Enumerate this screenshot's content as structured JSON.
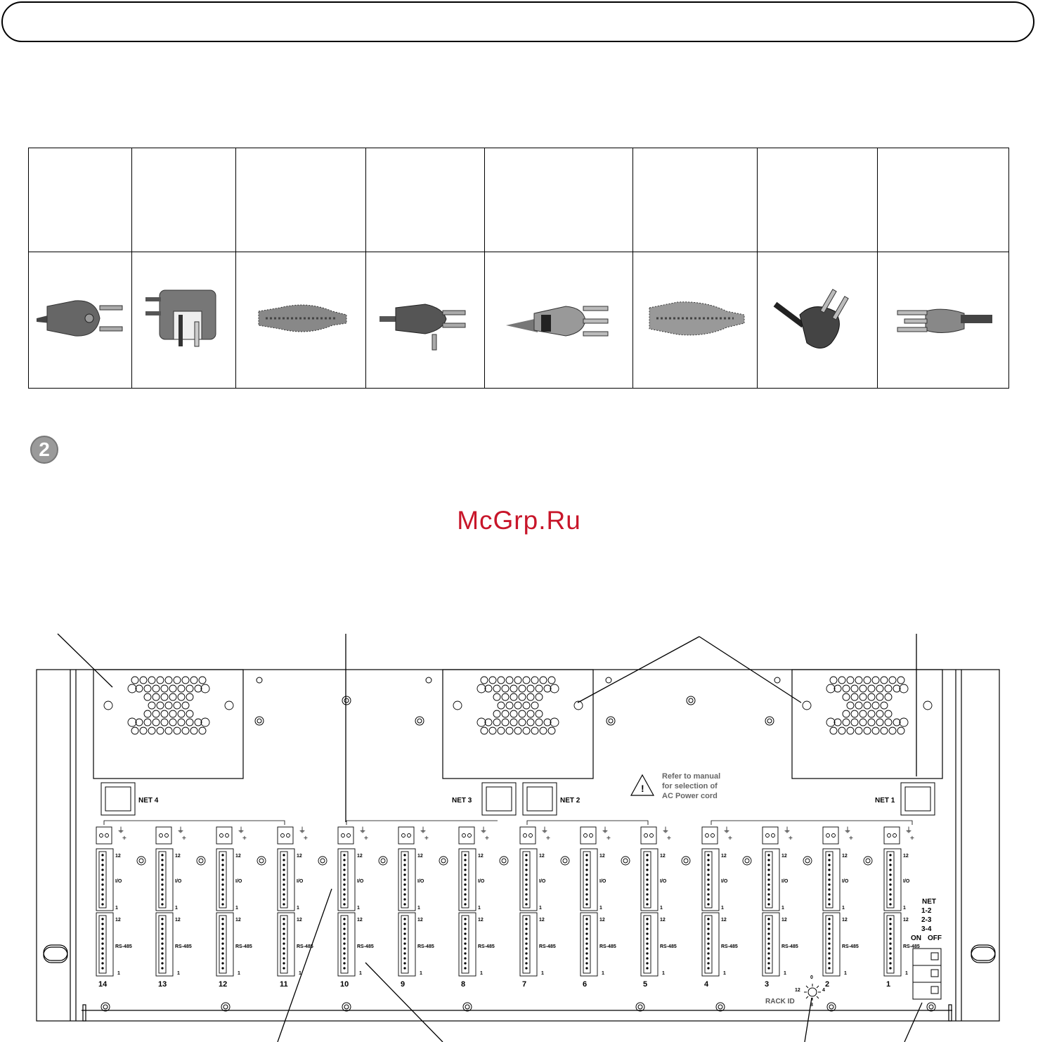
{
  "header": {
    "title": ""
  },
  "plug_table": {
    "headers": [
      "",
      "",
      "",
      "",
      "",
      "",
      "",
      ""
    ],
    "plug_icons": [
      "schuko-plug-icon",
      "uk-plug-icon",
      "plug-icon",
      "israel-plug-icon",
      "india-plug-icon",
      "plug-icon",
      "korea-plug-icon",
      "denmark-plug-icon"
    ]
  },
  "step": {
    "number": "2"
  },
  "watermark": "McGrp.Ru",
  "panel": {
    "warning_text": [
      "Refer to manual",
      "for selection of",
      "AC Power cord"
    ],
    "net_labels": {
      "net4": "NET 4",
      "net3": "NET 3",
      "net2": "NET 2",
      "net1": "NET 1"
    },
    "slot_numbers": [
      "14",
      "13",
      "12",
      "11",
      "10",
      "9",
      "8",
      "7",
      "6",
      "5",
      "4",
      "3",
      "2",
      "1"
    ],
    "io_label": "I/O",
    "rs_label": "RS-485",
    "pin_high": "12",
    "pin_low": "1",
    "ground_plus": [
      "⏚",
      "+"
    ],
    "rack_id_label": "RACK ID",
    "rack_dial": [
      "0",
      "4",
      "8",
      "12"
    ],
    "net_switch": {
      "title": "NET",
      "rows": [
        "1-2",
        "2-3",
        "3-4"
      ],
      "on": "ON",
      "off": "OFF"
    }
  }
}
